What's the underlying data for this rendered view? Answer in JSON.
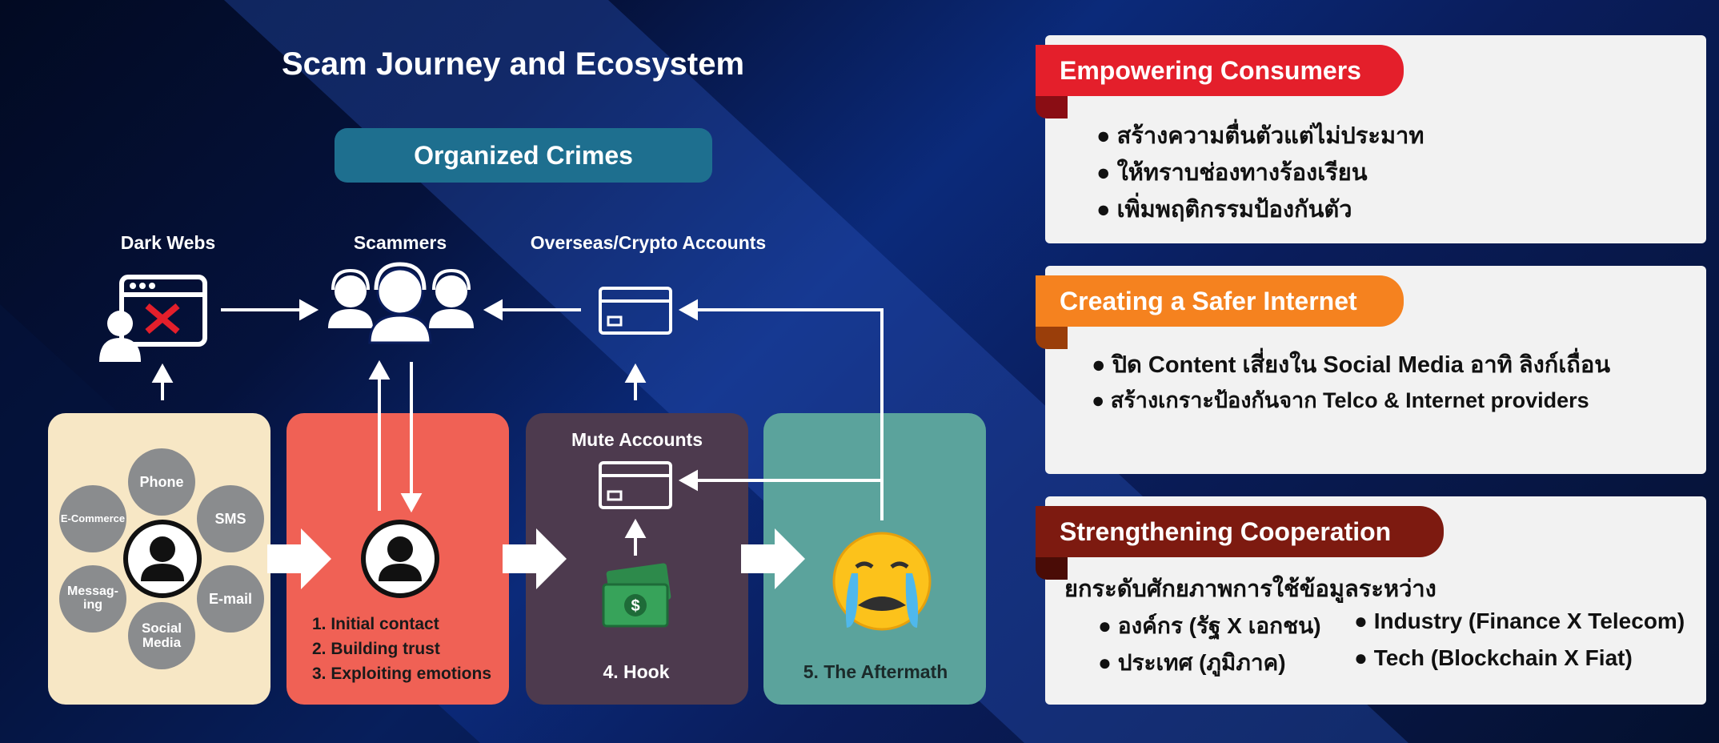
{
  "diagram": {
    "title": "Scam Journey and Ecosystem",
    "organized_crimes": "Organized Crimes",
    "labels": {
      "dark_webs": "Dark Webs",
      "scammers": "Scammers",
      "overseas_accounts": "Overseas/Crypto Accounts",
      "mute_accounts": "Mute Accounts"
    },
    "channels": {
      "phone": "Phone",
      "sms": "SMS",
      "ecommerce": "E-Commerce",
      "messaging": "Messag-ing",
      "social_media": "Social Media",
      "email": "E-mail"
    },
    "steps": [
      "1. Initial contact",
      "2. Building trust",
      "3. Exploiting emotions"
    ],
    "hook": "4. Hook",
    "aftermath": "5. The Aftermath",
    "colors": {
      "panel_channels": "#f7e7c5",
      "panel_contact": "#f06155",
      "panel_hook": "#4d3a4e",
      "panel_aftermath": "#5ba39c",
      "org_box": "#1e6f8f"
    }
  },
  "cards": [
    {
      "title": "Empowering Consumers",
      "color": "#e41f2b",
      "bullets": [
        "● สร้างความตื่นตัวแต่ไม่ประมาท",
        "● ให้ทราบช่องทางร้องเรียน",
        "● เพิ่มพฤติกรรมป้องกันตัว"
      ]
    },
    {
      "title": "Creating a Safer Internet",
      "color": "#f5821f",
      "bullets": [
        "● ปิด Content เสี่ยงใน Social Media อาทิ ลิงก์เถื่อน",
        "● สร้างเกราะป้องกันจาก Telco & Internet providers"
      ]
    },
    {
      "title": "Strengthening Cooperation",
      "color": "#7d1a10",
      "intro": "ยกระดับศักยภาพการใช้ข้อมูลระหว่าง",
      "bullets": [
        "● องค์กร (รัฐ X เอกชน)",
        "● Industry (Finance X Telecom)",
        "● ประเทศ (ภูมิภาค)",
        "● Tech (Blockchain X Fiat)"
      ]
    }
  ]
}
